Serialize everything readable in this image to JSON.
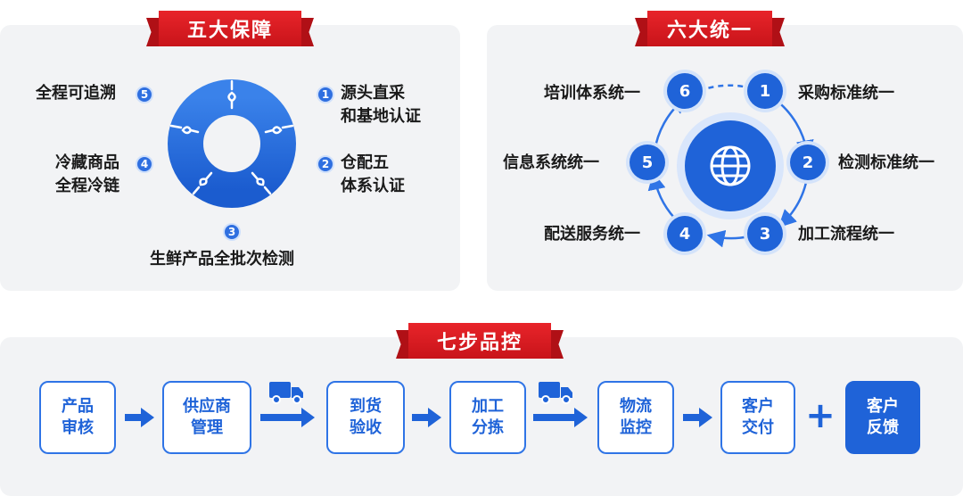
{
  "five": {
    "title": "五大保障",
    "items": [
      {
        "num": "1",
        "line1": "源头直采",
        "line2": "和基地认证"
      },
      {
        "num": "2",
        "line1": "仓配五",
        "line2": "体系认证"
      },
      {
        "num": "3",
        "line1": "生鲜产品全批次检测"
      },
      {
        "num": "4",
        "line1": "冷藏商品",
        "line2": "全程冷链"
      },
      {
        "num": "5",
        "line1": "全程可追溯"
      }
    ]
  },
  "six": {
    "title": "六大统一",
    "items": [
      {
        "num": "1",
        "label": "采购标准统一"
      },
      {
        "num": "2",
        "label": "检测标准统一"
      },
      {
        "num": "3",
        "label": "加工流程统一"
      },
      {
        "num": "4",
        "label": "配送服务统一"
      },
      {
        "num": "5",
        "label": "信息系统统一"
      },
      {
        "num": "6",
        "label": "培训体系统一"
      }
    ]
  },
  "seven": {
    "title": "七步品控",
    "steps": [
      {
        "line1": "产品",
        "line2": "审核"
      },
      {
        "line1": "供应商",
        "line2": "管理"
      },
      {
        "line1": "到货",
        "line2": "验收"
      },
      {
        "line1": "加工",
        "line2": "分拣"
      },
      {
        "line1": "物流",
        "line2": "监控"
      },
      {
        "line1": "客户",
        "line2": "交付"
      },
      {
        "line1": "客户",
        "line2": "反馈"
      }
    ],
    "plus": "+"
  },
  "icons": {
    "center": "globe-icon",
    "connector": "arrow-right-icon",
    "transport": "truck-icon",
    "ring": "puzzle-ring"
  },
  "colors": {
    "accent_red": "#d81b21",
    "accent_blue": "#1f63d8",
    "panel_bg": "#f2f3f5"
  }
}
